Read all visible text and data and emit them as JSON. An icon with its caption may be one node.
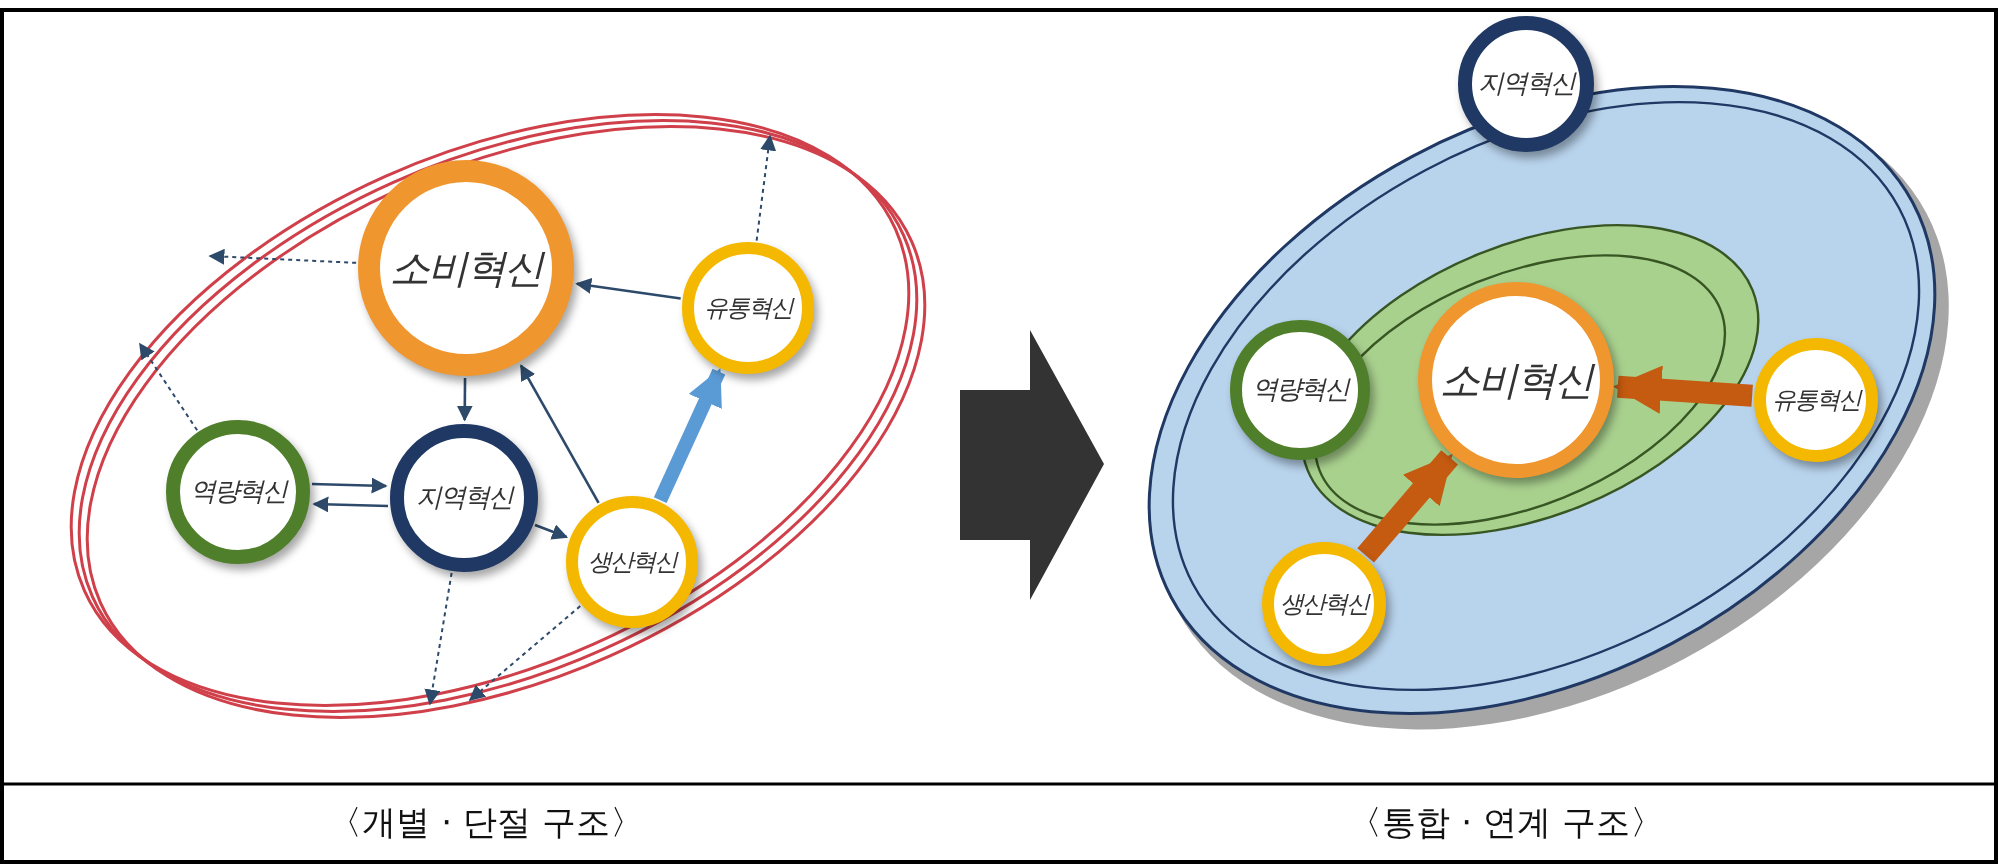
{
  "diagram": {
    "nodes": [
      {
        "text": [
          "소비혁신"
        ]
      },
      {
        "text": [
          "유통혁신"
        ]
      },
      {
        "text": [
          "역량혁신"
        ]
      },
      {
        "text": [
          "지역혁신"
        ]
      },
      {
        "text": [
          "생산혁신"
        ]
      },
      {
        "text": [
          "지역혁신"
        ]
      },
      {
        "text": [
          "역량혁신"
        ]
      },
      {
        "text": [
          "소비혁신"
        ]
      },
      {
        "text": [
          "유통혁신"
        ]
      },
      {
        "text": [
          "생산혁신"
        ]
      }
    ],
    "edges": [
      {
        "from": 0,
        "to": 3,
        "arrow": "to"
      },
      {
        "from": 1,
        "to": 0,
        "arrow": "to"
      },
      {
        "from": 4,
        "to": 0,
        "arrow": "to"
      },
      {
        "from": 2,
        "to": 3,
        "arrow": "to"
      },
      {
        "from": 3,
        "to": 2,
        "arrow": "to"
      },
      {
        "from": 3,
        "to": 4,
        "arrow": "to"
      },
      {
        "from": 4,
        "to": 1,
        "arrow": "to",
        "style": "thick",
        "color": "#5b9bd5"
      },
      {
        "from": 0,
        "to": null,
        "arrow": "to",
        "style": "dashed"
      },
      {
        "from": 1,
        "to": null,
        "arrow": "to",
        "style": "dashed"
      },
      {
        "from": 2,
        "to": null,
        "arrow": "to",
        "style": "dashed"
      },
      {
        "from": 3,
        "to": null,
        "arrow": "to",
        "style": "dashed"
      },
      {
        "from": 4,
        "to": null,
        "arrow": "to",
        "style": "dashed"
      },
      {
        "from": 8,
        "to": 7,
        "arrow": "to",
        "style": "thick",
        "color": "#c55a11"
      },
      {
        "from": 9,
        "to": 7,
        "arrow": "to",
        "style": "thick",
        "color": "#c55a11"
      }
    ],
    "labels": [
      "〈개별 · 단절 구조〉",
      "〈통합 · 연계 구조〉"
    ]
  }
}
